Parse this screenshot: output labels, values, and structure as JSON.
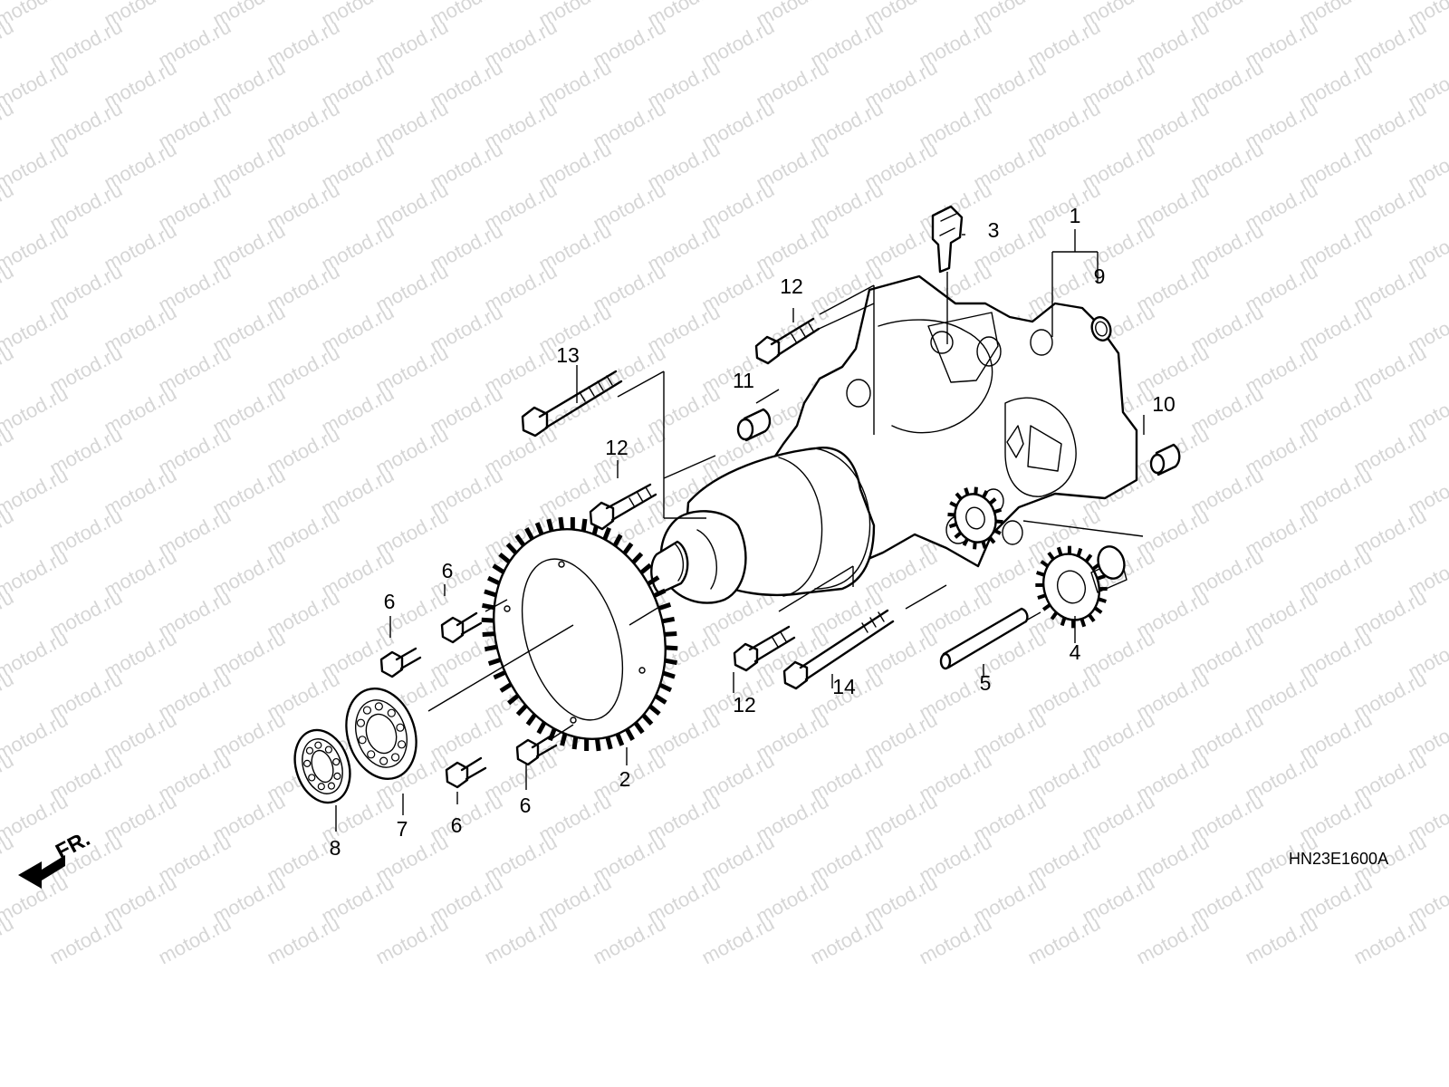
{
  "diagram": {
    "code": "HN23E1600A",
    "watermark_text": "motod.ru",
    "front_indicator": "FR.",
    "callouts": [
      {
        "id": "1",
        "text": "1"
      },
      {
        "id": "2",
        "text": "2"
      },
      {
        "id": "3",
        "text": "3"
      },
      {
        "id": "4",
        "text": "4"
      },
      {
        "id": "5",
        "text": "5"
      },
      {
        "id": "6a",
        "text": "6"
      },
      {
        "id": "6b",
        "text": "6"
      },
      {
        "id": "6c",
        "text": "6"
      },
      {
        "id": "6d",
        "text": "6"
      },
      {
        "id": "7",
        "text": "7"
      },
      {
        "id": "8",
        "text": "8"
      },
      {
        "id": "9",
        "text": "9"
      },
      {
        "id": "10",
        "text": "10"
      },
      {
        "id": "11",
        "text": "11"
      },
      {
        "id": "12a",
        "text": "12"
      },
      {
        "id": "12b",
        "text": "12"
      },
      {
        "id": "12c",
        "text": "12"
      },
      {
        "id": "13",
        "text": "13"
      },
      {
        "id": "14",
        "text": "14"
      }
    ]
  }
}
